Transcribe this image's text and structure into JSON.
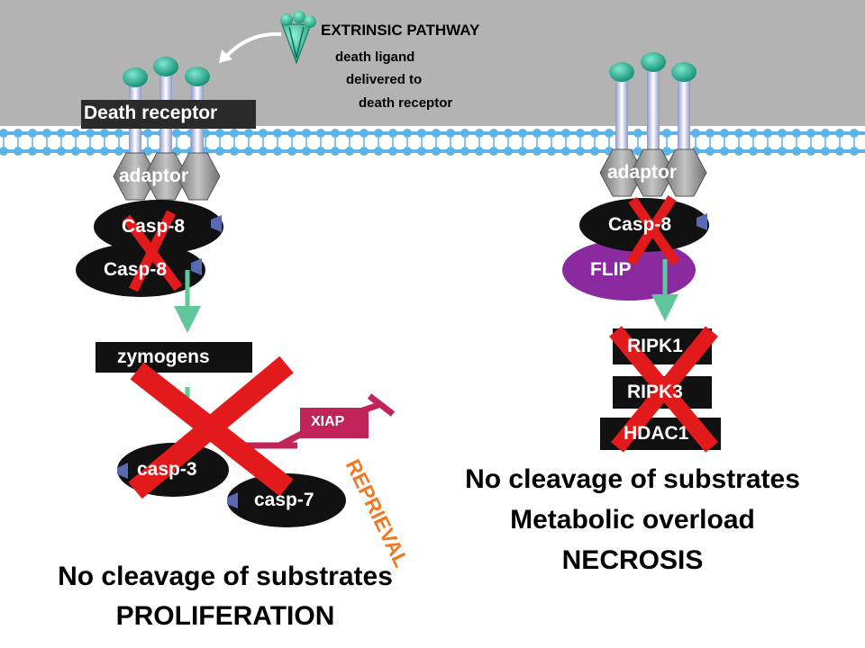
{
  "title": "EXTRINSIC PATHWAY",
  "ligand_note": [
    "death ligand",
    "delivered to",
    "death receptor"
  ],
  "left": {
    "receptor_label": "Death receptor",
    "adaptor_label": "adaptor",
    "casp8_top": "Casp-8",
    "casp8_bottom": "Casp-8",
    "zymogens_label": "zymogens",
    "xiap_label": "XIAP",
    "casp3_label": "casp-3",
    "casp7_label": "casp-7",
    "reprieval_label": "REPRIEVAL",
    "outcome_lines": [
      "No cleavage of substrates",
      "PROLIFERATION"
    ]
  },
  "right": {
    "adaptor_label": "adaptor",
    "casp8_label": "Casp-8",
    "flip_label": "FLIP",
    "ripk1_label": "RIPK1",
    "ripk3_label": "RIPK3",
    "hdac_label": "HDAC1",
    "outcome_lines": [
      "No cleavage of substrates",
      "Metabolic overload",
      "NECROSIS"
    ]
  },
  "colors": {
    "background_top": "#b3b3b3",
    "receptor_teal": "#1aa88a",
    "arrow_green": "#5fc79a",
    "cross_red": "#e31a1c",
    "flip_purple": "#8a2a9e",
    "xiap_magenta": "#c0245a",
    "reprieval_orange": "#f07820",
    "membrane_blue": "#5ab4e6"
  }
}
